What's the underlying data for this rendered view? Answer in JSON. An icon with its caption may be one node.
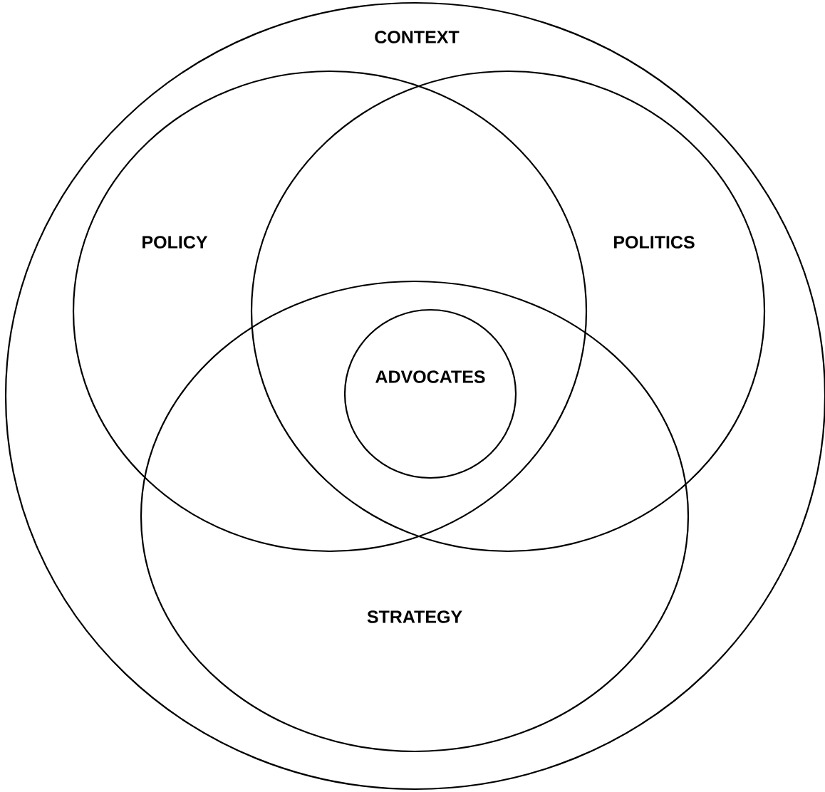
{
  "diagram": {
    "nodes": [
      {
        "text": [
          "CONTEXT"
        ]
      },
      {
        "text": [
          "POLICY"
        ],
        "in": 0
      },
      {
        "text": [
          "POLITICS"
        ],
        "in": 0
      },
      {
        "text": [
          "STRATEGY"
        ],
        "in": 0
      },
      {
        "text": [
          "ADVOCATES"
        ]
      }
    ]
  }
}
